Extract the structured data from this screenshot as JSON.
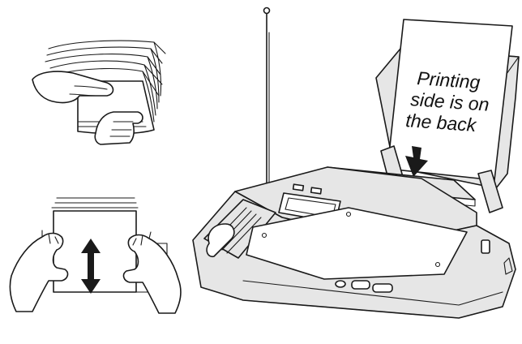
{
  "callout": {
    "line1": "Printing",
    "line2": "side is on",
    "line3": "the back"
  },
  "colors": {
    "ink": "#1a1a1a",
    "device_shade": "#e6e6e6",
    "paper": "#ffffff"
  },
  "icons": [
    "paper-fanning-hands-icon",
    "paper-straightening-hands-icon",
    "double-arrow-icon",
    "fax-machine-icon",
    "insert-down-arrow-icon"
  ]
}
